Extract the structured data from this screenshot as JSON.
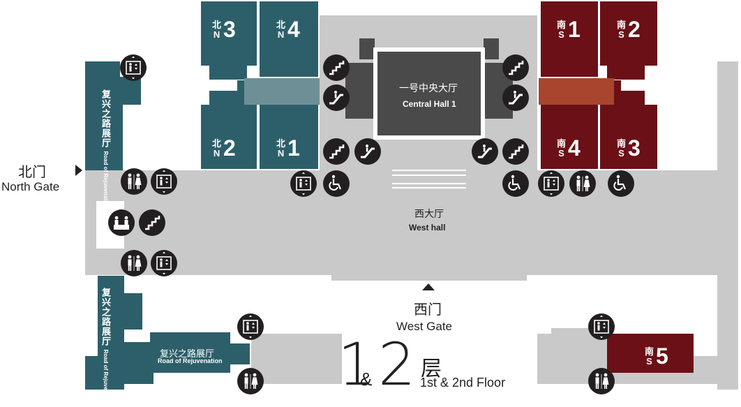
{
  "gates": {
    "north": {
      "zh": "北门",
      "en": "North Gate"
    },
    "west": {
      "zh": "西门",
      "en": "West Gate"
    }
  },
  "floor": {
    "big1": "1",
    "amp": "&",
    "big2": "2",
    "zh": "层",
    "en": "1st & 2nd Floor"
  },
  "halls": {
    "central": {
      "zh": "一号中央大厅",
      "en": "Central Hall 1"
    },
    "west": {
      "zh": "西大厅",
      "en": "West hall"
    },
    "rejuvenation": {
      "zh": "复兴之路展厅",
      "en": "Road of Rejuvenation"
    }
  },
  "wings": {
    "n1": {
      "zh": "北",
      "en": "N",
      "num": "1"
    },
    "n2": {
      "zh": "北",
      "en": "N",
      "num": "2"
    },
    "n3": {
      "zh": "北",
      "en": "N",
      "num": "3"
    },
    "n4": {
      "zh": "北",
      "en": "N",
      "num": "4"
    },
    "s1": {
      "zh": "南",
      "en": "S",
      "num": "1"
    },
    "s2": {
      "zh": "南",
      "en": "S",
      "num": "2"
    },
    "s3": {
      "zh": "南",
      "en": "S",
      "num": "3"
    },
    "s4": {
      "zh": "南",
      "en": "S",
      "num": "4"
    },
    "s5": {
      "zh": "南",
      "en": "S",
      "num": "5"
    }
  },
  "colors": {
    "north_wing": "#2d5f6a",
    "south_wing": "#6a1016",
    "corridor": "#c9c9c9",
    "central_hall": "#4a4a4a",
    "icon_bg": "#231f20",
    "north_bridge": "#6f8f96",
    "south_bridge": "#a9442e"
  },
  "icon_types": [
    "elevator-icon",
    "restroom-icon",
    "stairs-icon",
    "escalator-icon",
    "wheelchair-icon",
    "service-desk-icon"
  ]
}
